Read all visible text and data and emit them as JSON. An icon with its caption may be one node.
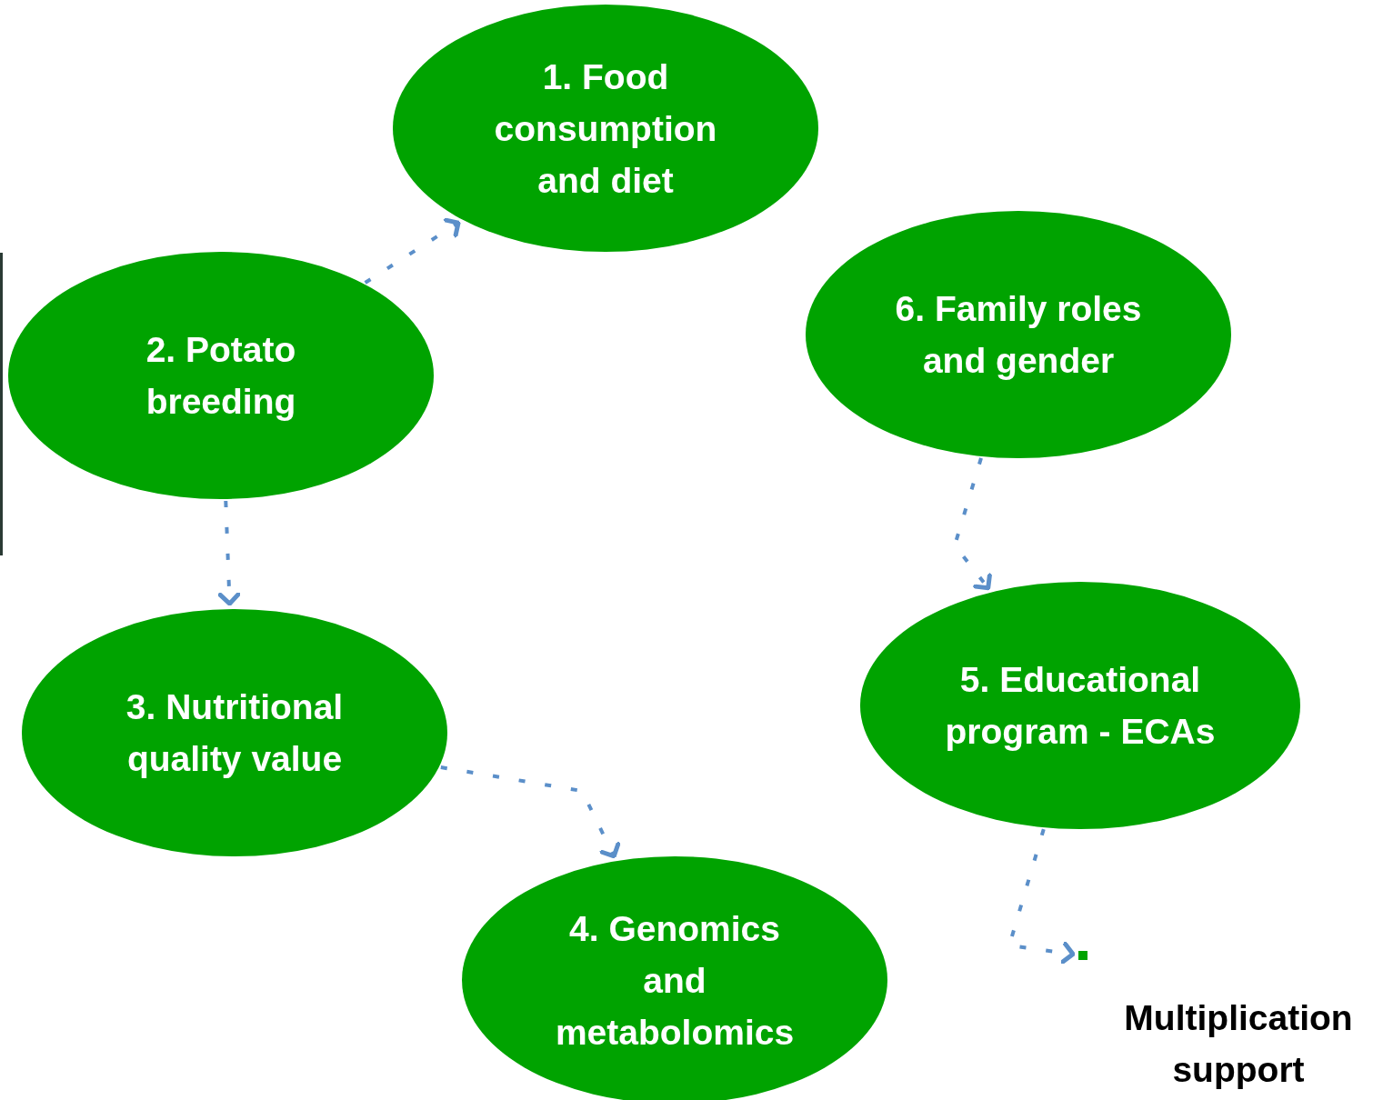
{
  "diagram": {
    "nodes": [
      {
        "text": [
          "1. Food consumption and diet"
        ]
      },
      {
        "text": [
          "2. Potato breeding"
        ]
      },
      {
        "text": [
          "3. Nutritional quality value"
        ]
      },
      {
        "text": [
          "4. Genomics and metabolomics"
        ]
      },
      {
        "text": [
          "5. Educational program - ECAs"
        ]
      },
      {
        "text": [
          "6. Family roles and gender"
        ]
      },
      {
        "text": [],
        "shape": "box",
        "beside": [
          "Multiplication support"
        ]
      }
    ],
    "edges": [
      {
        "from": 1,
        "to": 0,
        "arrow": "to",
        "style": "dashed"
      },
      {
        "from": 1,
        "to": 2,
        "arrow": "to",
        "style": "dashed"
      },
      {
        "from": 2,
        "to": 3,
        "arrow": "to",
        "style": "dashed"
      },
      {
        "from": 5,
        "to": 4,
        "arrow": "to",
        "style": "dashed"
      },
      {
        "from": 4,
        "to": 6,
        "arrow": "to",
        "style": "dashed"
      }
    ]
  }
}
